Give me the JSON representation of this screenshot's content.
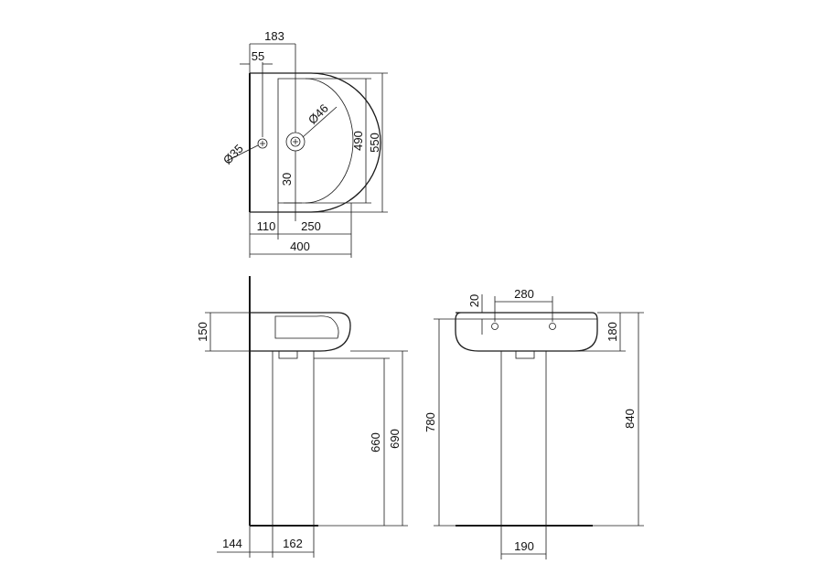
{
  "top_view": {
    "dim_183": "183",
    "dim_55": "55",
    "dim_tap_hole": "Ø35",
    "dim_waste_hole": "Ø46",
    "dim_30": "30",
    "dim_490": "490",
    "dim_550": "550",
    "dim_110": "110",
    "dim_250": "250",
    "dim_400": "400"
  },
  "side_view": {
    "dim_150": "150",
    "dim_660": "660",
    "dim_690": "690",
    "dim_144": "144",
    "dim_162": "162"
  },
  "front_view": {
    "dim_20": "20",
    "dim_280": "280",
    "dim_180": "180",
    "dim_780": "780",
    "dim_840": "840",
    "dim_190": "190"
  },
  "colors": {
    "line": "#1a1a1a",
    "background": "#ffffff"
  }
}
